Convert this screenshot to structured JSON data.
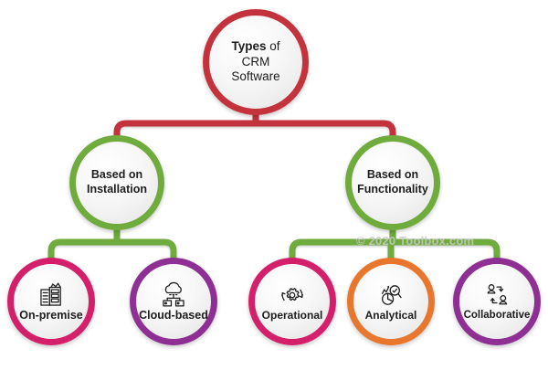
{
  "diagram": {
    "title": "Types of CRM Software",
    "watermark": "© 2020 Toolbox.com",
    "background_color": "#ffffff",
    "colors": {
      "root_ring": "#c4333c",
      "level2_ring": "#70ab3e",
      "pink_ring": "#d4206a",
      "purple_ring": "#8d2f93",
      "orange_ring": "#e8762c",
      "node_fill": "#f2f2f2",
      "text": "#1d1d1d",
      "watermark_text": "#c9c9c9"
    },
    "root": {
      "label_bold": "Types",
      "label_rest": " of",
      "label_line2": "CRM",
      "label_line3": "Software",
      "ring_color": "#c4333c"
    },
    "level2": [
      {
        "id": "based-on-installation",
        "label_line1": "Based on",
        "label_line2": "Installation",
        "ring_color": "#70ab3e"
      },
      {
        "id": "based-on-functionality",
        "label_line1": "Based on",
        "label_line2": "Functionality",
        "ring_color": "#70ab3e"
      }
    ],
    "leaves": [
      {
        "id": "on-premise",
        "label": "On-premise",
        "icon": "server-rack-icon",
        "ring_color": "#d4206a",
        "parent": "based-on-installation"
      },
      {
        "id": "cloud-based",
        "label": "Cloud-based",
        "icon": "cloud-servers-icon",
        "ring_color": "#8d2f93",
        "parent": "based-on-installation"
      },
      {
        "id": "operational",
        "label": "Operational",
        "icon": "gear-refresh-icon",
        "ring_color": "#d4206a",
        "parent": "based-on-functionality"
      },
      {
        "id": "analytical",
        "label": "Analytical",
        "icon": "chart-magnifier-icon",
        "ring_color": "#e8762c",
        "parent": "based-on-functionality"
      },
      {
        "id": "collaborative",
        "label": "Collaborative",
        "icon": "people-exchange-icon",
        "ring_color": "#8d2f93",
        "parent": "based-on-functionality"
      }
    ]
  }
}
